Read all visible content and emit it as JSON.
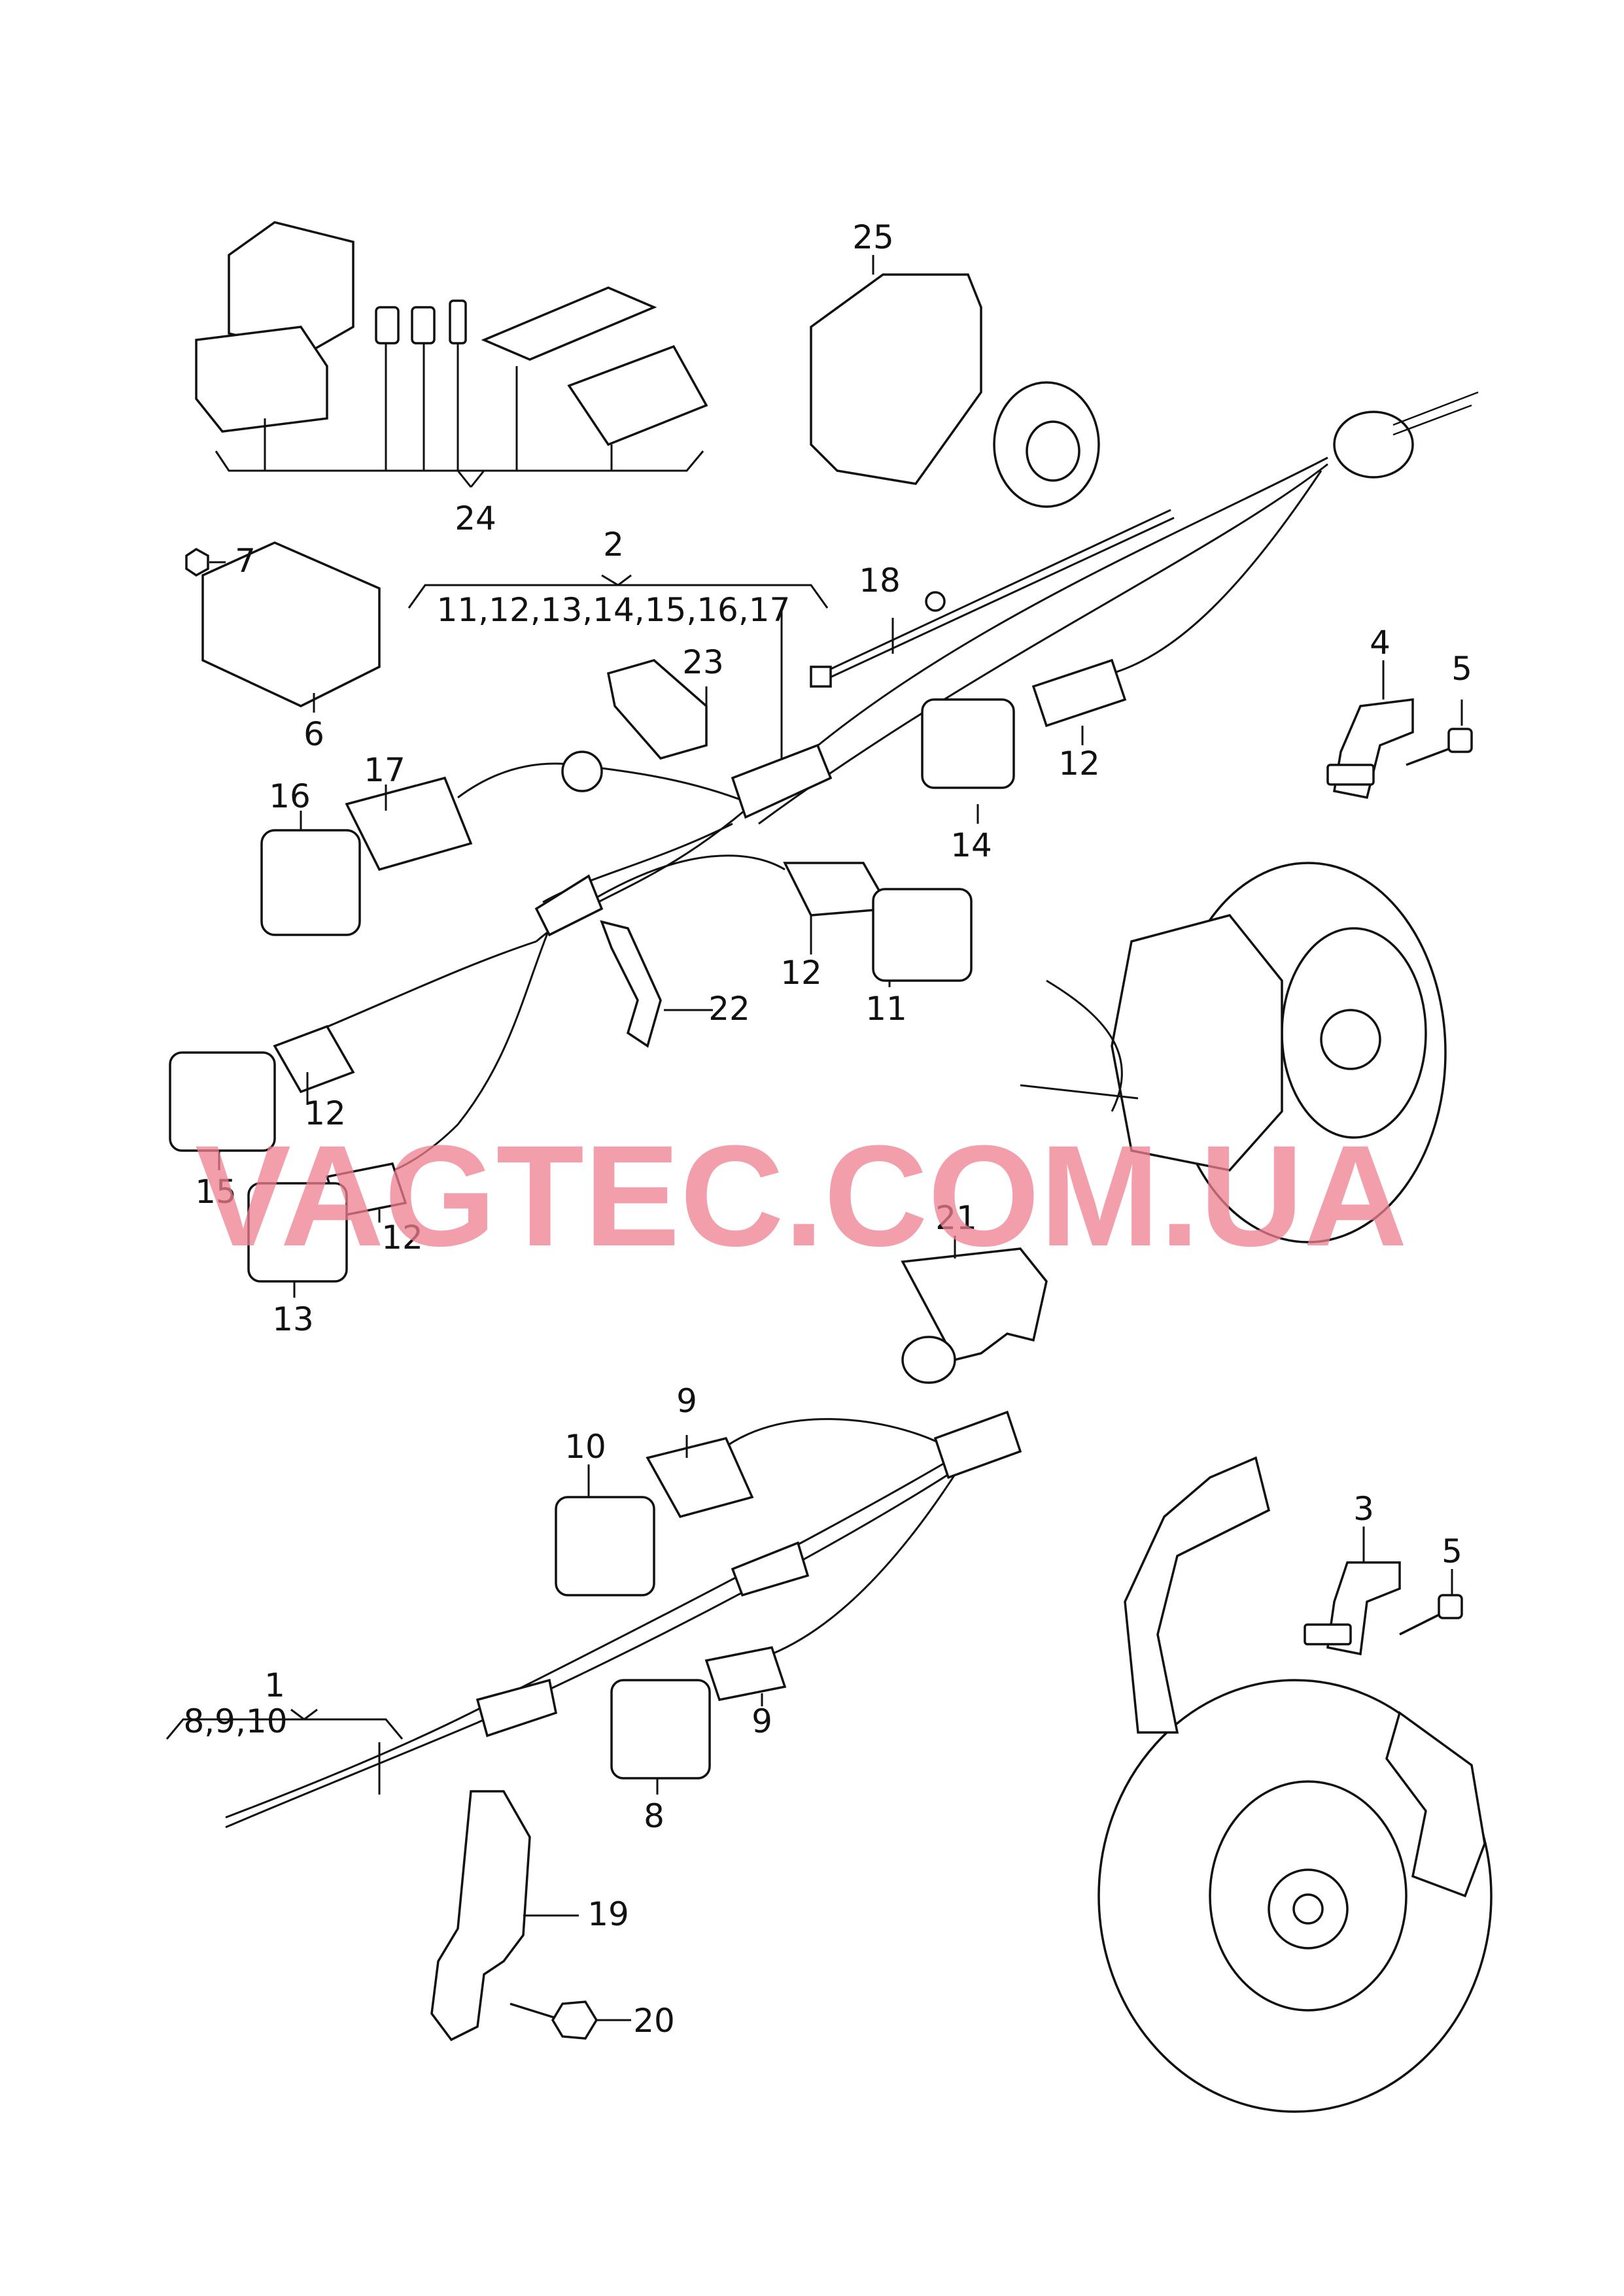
{
  "labels": {
    "p1": "1",
    "p1_sub": "8,9,10",
    "p2": "2",
    "p2_sub": "11,12,13,14,15,16,17",
    "p3": "3",
    "p4": "4",
    "p5a": "5",
    "p5b": "5",
    "p6": "6",
    "p7": "7",
    "p8": "8",
    "p9a": "9",
    "p9b": "9",
    "p10": "10",
    "p11": "11",
    "p12a": "12",
    "p12b": "12",
    "p12c": "12",
    "p12d": "12",
    "p13": "13",
    "p14": "14",
    "p15": "15",
    "p16": "16",
    "p17": "17",
    "p18": "18",
    "p19": "19",
    "p20": "20",
    "p21": "21",
    "p22": "22",
    "p23": "23",
    "p24": "24",
    "p25": "25"
  },
  "watermark": "VAGTEC.COM.UA",
  "colors": {
    "line": "#111111",
    "watermark": "#f08090",
    "background": "#ffffff"
  }
}
